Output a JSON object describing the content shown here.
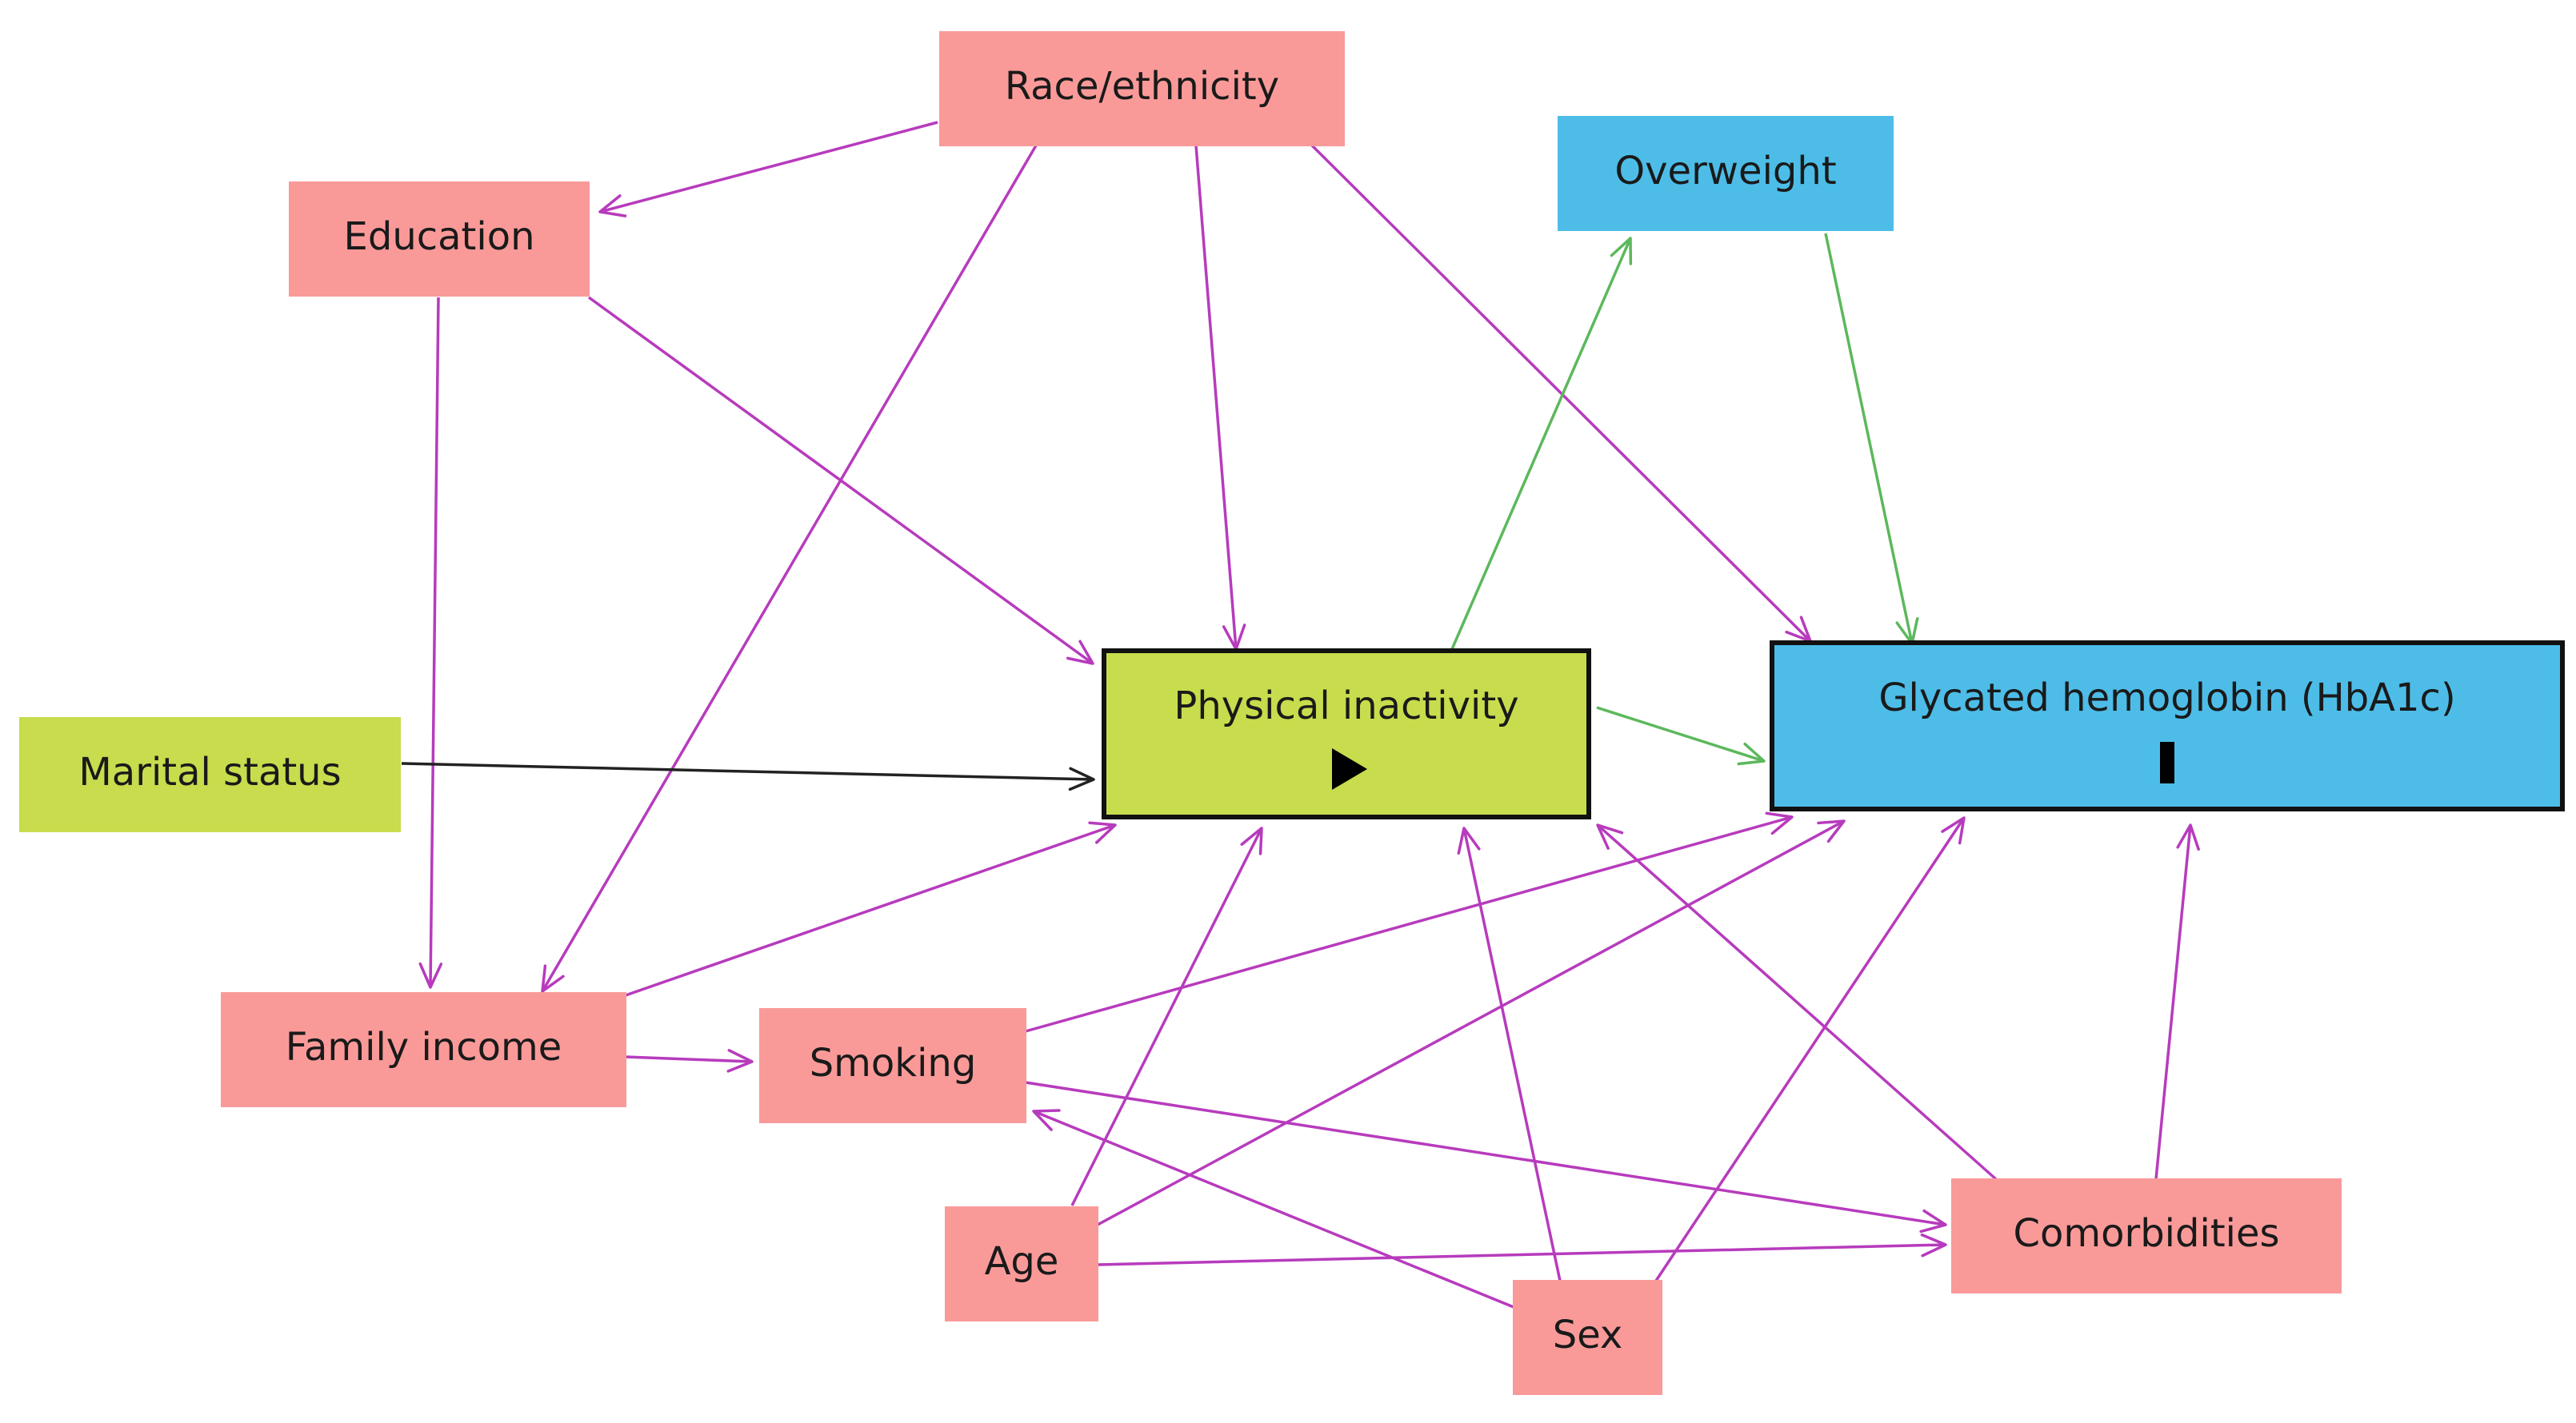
{
  "nodes": [
    {
      "id": "race",
      "label": "Race/ethnicity",
      "color": "#f99a99"
    },
    {
      "id": "education",
      "label": "Education",
      "color": "#f99a99"
    },
    {
      "id": "overweight",
      "label": "Overweight",
      "color": "#4dbde8"
    },
    {
      "id": "marital",
      "label": "Marital status",
      "color": "#c8dc4d"
    },
    {
      "id": "physical",
      "label": "Physical inactivity",
      "color": "#c8dc4d"
    },
    {
      "id": "hba1c",
      "label": "Glycated hemoglobin (HbA1c)",
      "color": "#4dbde8"
    },
    {
      "id": "income",
      "label": "Family income",
      "color": "#f99a99"
    },
    {
      "id": "smoking",
      "label": "Smoking",
      "color": "#f99a99"
    },
    {
      "id": "age",
      "label": "Age",
      "color": "#f99a99"
    },
    {
      "id": "sex",
      "label": "Sex",
      "color": "#f99a99"
    },
    {
      "id": "comorbidities",
      "label": "Comorbidities",
      "color": "#f99a99"
    }
  ],
  "edges": [
    {
      "from": "race",
      "to": "education",
      "color": "#b73bbd"
    },
    {
      "from": "race",
      "to": "income",
      "color": "#b73bbd"
    },
    {
      "from": "race",
      "to": "physical",
      "color": "#b73bbd"
    },
    {
      "from": "race",
      "to": "hba1c",
      "color": "#b73bbd"
    },
    {
      "from": "education",
      "to": "physical",
      "color": "#b73bbd"
    },
    {
      "from": "education",
      "to": "income",
      "color": "#b73bbd"
    },
    {
      "from": "marital",
      "to": "physical",
      "color": "#222222"
    },
    {
      "from": "physical",
      "to": "overweight",
      "color": "#5cb85c"
    },
    {
      "from": "overweight",
      "to": "hba1c",
      "color": "#5cb85c"
    },
    {
      "from": "physical",
      "to": "hba1c",
      "color": "#5cb85c"
    },
    {
      "from": "income",
      "to": "physical",
      "color": "#b73bbd"
    },
    {
      "from": "income",
      "to": "smoking",
      "color": "#b73bbd"
    },
    {
      "from": "smoking",
      "to": "hba1c",
      "color": "#b73bbd"
    },
    {
      "from": "smoking",
      "to": "comorbidities",
      "color": "#b73bbd"
    },
    {
      "from": "age",
      "to": "physical",
      "color": "#b73bbd"
    },
    {
      "from": "age",
      "to": "hba1c",
      "color": "#b73bbd"
    },
    {
      "from": "age",
      "to": "comorbidities",
      "color": "#b73bbd"
    },
    {
      "from": "sex",
      "to": "smoking",
      "color": "#b73bbd"
    },
    {
      "from": "sex",
      "to": "physical",
      "color": "#b73bbd"
    },
    {
      "from": "sex",
      "to": "hba1c",
      "color": "#b73bbd"
    },
    {
      "from": "comorbidities",
      "to": "physical",
      "color": "#b73bbd"
    },
    {
      "from": "comorbidities",
      "to": "hba1c",
      "color": "#b73bbd"
    }
  ],
  "markers": {
    "exposure": {
      "node": "physical",
      "icon": "play-triangle-icon"
    },
    "outcome": {
      "node": "hba1c",
      "icon": "vertical-bar-icon"
    }
  }
}
